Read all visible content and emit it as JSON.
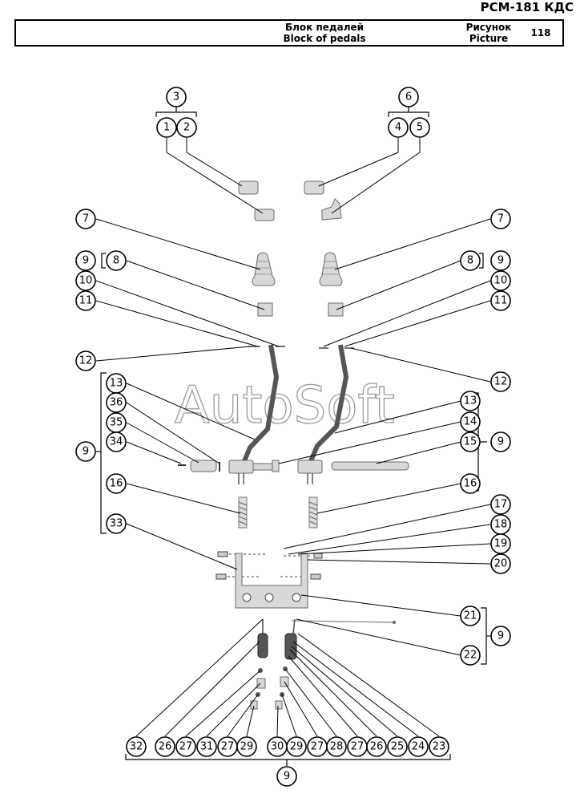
{
  "document": {
    "model": "РСМ-181 КДС",
    "title_ru": "Блок педалей",
    "title_en": "Block of pedals",
    "figure_label_ru": "Рисунок",
    "figure_label_en": "Picture",
    "figure_number": "118"
  },
  "watermark": "AutoSoft",
  "callout_labels": {
    "c1": "1",
    "c2": "2",
    "c3": "3",
    "c4": "4",
    "c5": "5",
    "c6": "6",
    "c7": "7",
    "c8": "8",
    "c9": "9",
    "c10": "10",
    "c11": "11",
    "c12": "12",
    "c13": "13",
    "c14": "14",
    "c15": "15",
    "c16": "16",
    "c17": "17",
    "c18": "18",
    "c19": "19",
    "c20": "20",
    "c21": "21",
    "c22": "22",
    "c23": "23",
    "c24": "24",
    "c25": "25",
    "c26": "26",
    "c27": "27",
    "c28": "28",
    "c29": "29",
    "c30": "30",
    "c31": "31",
    "c32": "32",
    "c33": "33",
    "c34": "34",
    "c35": "35",
    "c36": "36"
  },
  "bottom_row_sequence": [
    "32",
    "26",
    "27",
    "31",
    "27",
    "29",
    "30",
    "29",
    "27",
    "28",
    "27",
    "26",
    "25",
    "24",
    "23"
  ]
}
